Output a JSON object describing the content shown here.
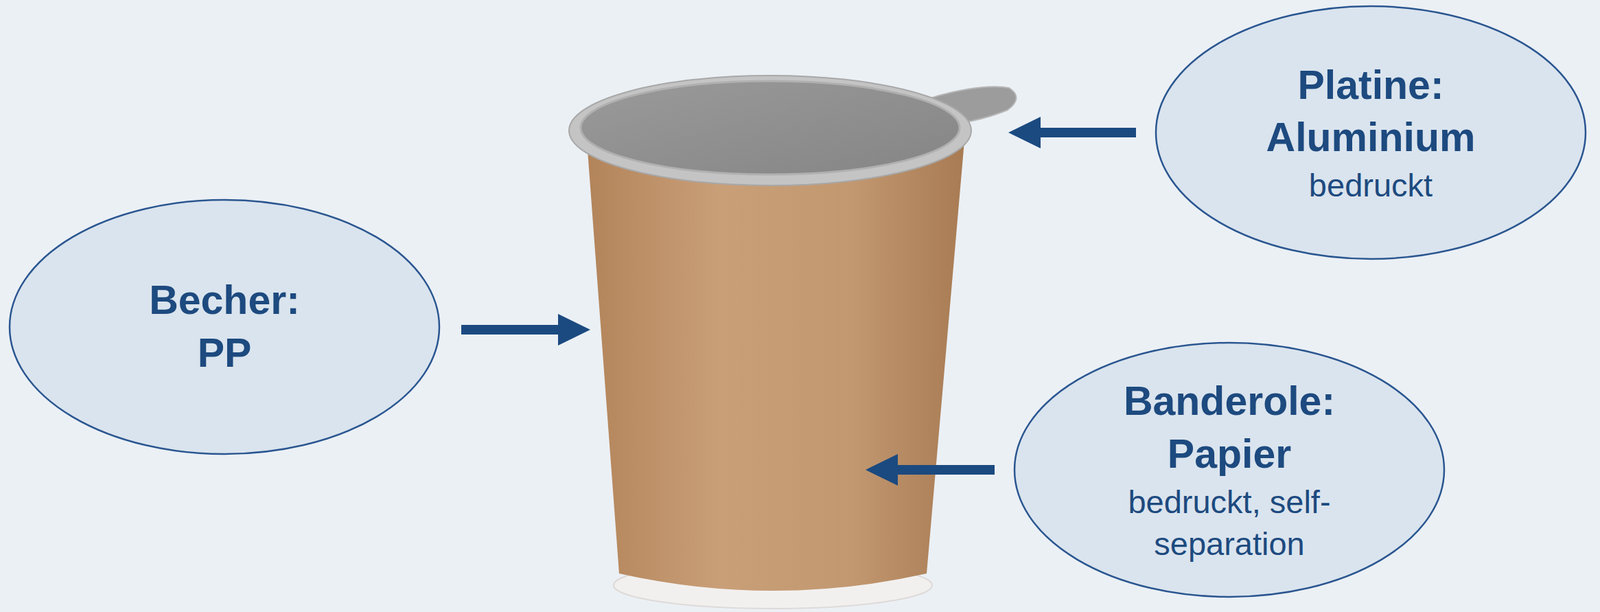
{
  "diagram": {
    "nodes": [
      {
        "text": [
          "Platine: Aluminium",
          "bedruckt"
        ]
      },
      {
        "text": [
          "Becher: PP"
        ]
      },
      {
        "text": [
          "Banderole: Papier",
          "bedruckt, self-separation"
        ]
      }
    ]
  }
}
